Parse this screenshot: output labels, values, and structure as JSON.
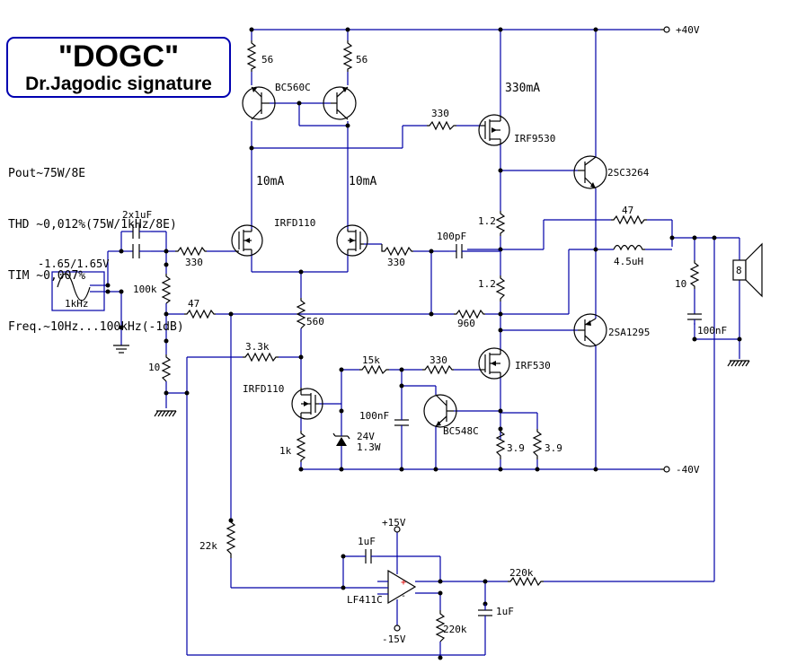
{
  "title": {
    "main": "\"DOGC\"",
    "subtitle": "Dr.Jagodic signature"
  },
  "specs": [
    "Pout~75W/8E",
    "THD ~0,012%(75W/1kHz/8E)",
    "TIM ~0,007%",
    "Freq.~10Hz...100kHz(-1dB)"
  ],
  "rails": {
    "pos": "+40V",
    "neg": "-40V",
    "pos15": "+15V",
    "neg15": "-15V"
  },
  "source": {
    "amplitude": "-1.65/1.65V",
    "frequency": "1kHz"
  },
  "labels": {
    "r56a": "56",
    "r56b": "56",
    "q_diff": "BC560C",
    "i_330ma": "330mA",
    "r330a": "330",
    "m_irf9530": "IRF9530",
    "q_2sc": "2SC3264",
    "i10a": "10mA",
    "i10b": "10mA",
    "m_irfd110": "IRFD110",
    "c_in": "2x1uF",
    "r330b": "330",
    "r330c": "330",
    "r100k": "100k",
    "r47a": "47",
    "r10a": "10",
    "r1_2a": "1.2",
    "c100p": "100pF",
    "r47b": "47",
    "l45": "4.5uH",
    "r1_2b": "1.2",
    "r960": "960",
    "r560": "560",
    "r10b": "10",
    "c100n_a": "100nF",
    "q_2sa": "2SA1295",
    "r3_3k": "3.3k",
    "r15k": "15k",
    "r330d": "330",
    "m_irf530": "IRF530",
    "m_irfd110b": "IRFD110",
    "c100n_b": "100nF",
    "q_bc548": "BC548C",
    "z24": "24V",
    "z_pow": "1.3W",
    "r1k": "1k",
    "r3_9a": "3.9",
    "r3_9b": "3.9",
    "r22k": "22k",
    "c1u_a": "1uF",
    "u_lf411": "LF411C",
    "r220k_a": "220k",
    "r220k_b": "220k",
    "c1u_b": "1uF",
    "spk": "8"
  }
}
